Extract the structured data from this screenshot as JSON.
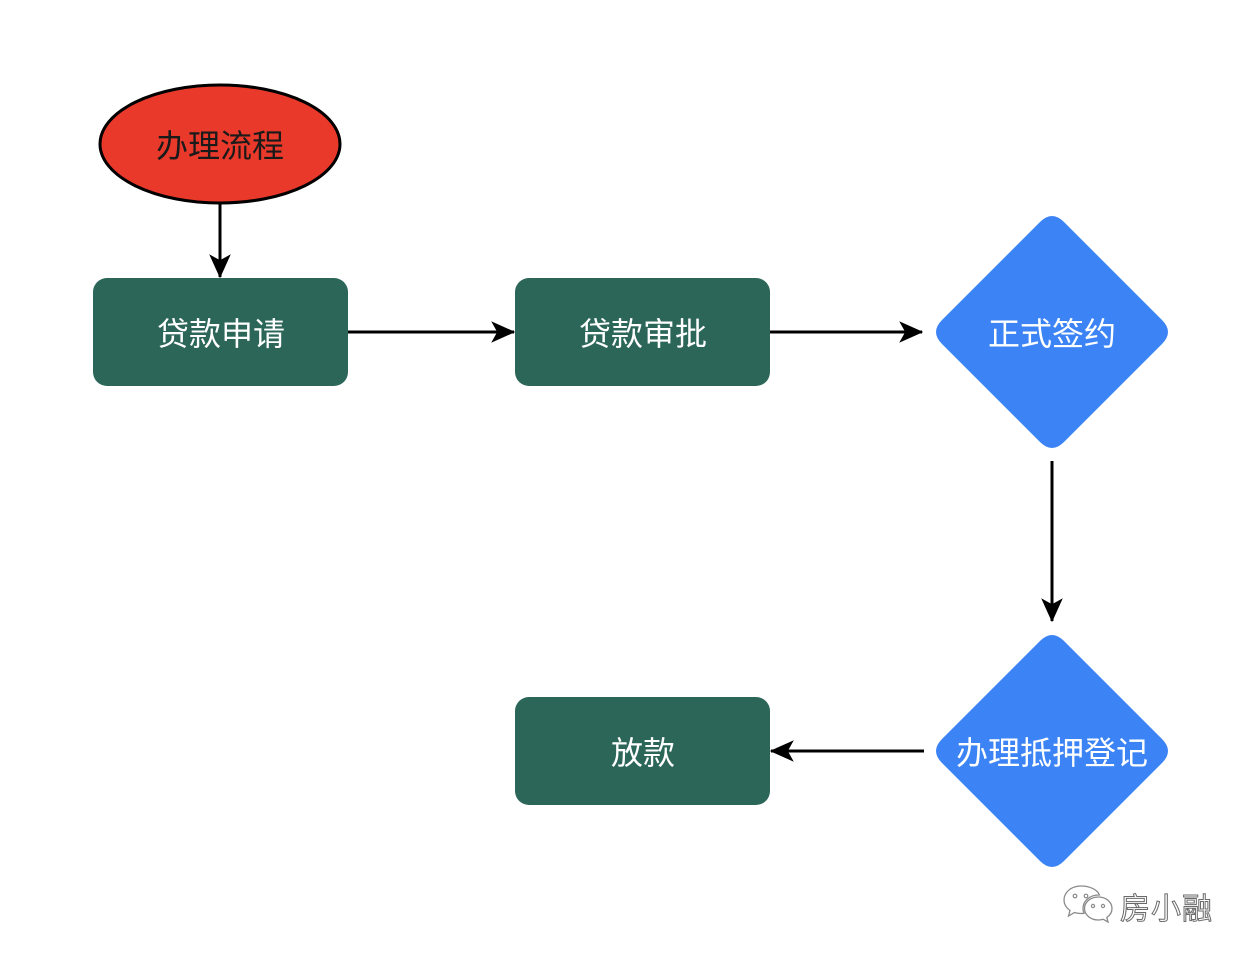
{
  "diagram": {
    "type": "flowchart",
    "colors": {
      "start": "#E8392A",
      "process": "#2B6659",
      "decision": "#3C84F6",
      "arrow": "#000000",
      "start_text": "#1a1a1a",
      "node_text": "#ffffff"
    },
    "nodes": [
      {
        "id": "start",
        "shape": "ellipse",
        "label": "办理流程"
      },
      {
        "id": "apply",
        "shape": "rounded-rect",
        "label": "贷款申请"
      },
      {
        "id": "approve",
        "shape": "rounded-rect",
        "label": "贷款审批"
      },
      {
        "id": "sign",
        "shape": "diamond",
        "label": "正式签约"
      },
      {
        "id": "mortgage",
        "shape": "diamond",
        "label": "办理抵押登记"
      },
      {
        "id": "disburse",
        "shape": "rounded-rect",
        "label": "放款"
      }
    ],
    "edges": [
      {
        "from": "start",
        "to": "apply"
      },
      {
        "from": "apply",
        "to": "approve"
      },
      {
        "from": "approve",
        "to": "sign"
      },
      {
        "from": "sign",
        "to": "mortgage"
      },
      {
        "from": "mortgage",
        "to": "disburse"
      }
    ]
  },
  "watermark": {
    "icon": "wechat-icon",
    "text": "房小融"
  }
}
